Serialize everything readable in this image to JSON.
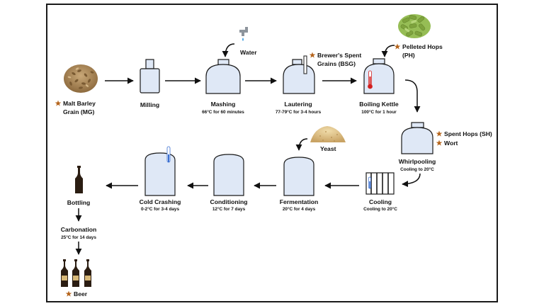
{
  "colors": {
    "frame": "#1a1a1a",
    "vessel_fill": "#dfe8f6",
    "star": "#b5651d",
    "thermometer_red": "#d21f1f",
    "grain": "#a98556",
    "hops": "#8bb446",
    "yeast": "#d8b877",
    "bottle": "#2b1d12"
  },
  "icons": {
    "star": "star-icon",
    "water": "water-tap-icon",
    "thermometer": "thermometer-icon",
    "malt": "malt-grain-pile-icon",
    "hops": "pelleted-hops-icon",
    "yeast": "yeast-pile-icon",
    "bottle": "beer-bottle-icon"
  },
  "steps": {
    "malt": {
      "name1": "Malt Barley",
      "name2": "Grain (MG)"
    },
    "milling": {
      "name": "Milling"
    },
    "mashing": {
      "name": "Mashing",
      "sub": "66°C for 60 minutes"
    },
    "lautering": {
      "name": "Lautering",
      "sub": "77-79°C for 3-4 hours"
    },
    "boiling": {
      "name": "Boiling Kettle",
      "sub": "100°C for 1 hour"
    },
    "whirlpooling": {
      "name": "Whirlpooling",
      "sub": "Cooling to 20°C"
    },
    "cooling": {
      "name": "Cooling",
      "sub": "Cooling to 20°C"
    },
    "fermentation": {
      "name": "Fermentation",
      "sub": "20°C for 4 days"
    },
    "conditioning": {
      "name": "Conditioning",
      "sub": "12°C for 7 days"
    },
    "cold_crashing": {
      "name": "Cold Crashing",
      "sub": "0-2°C for 3-4 days"
    },
    "bottling": {
      "name": "Bottling"
    },
    "carbonation": {
      "name": "Carbonation",
      "sub": "25°C for 14 days"
    },
    "beer": {
      "name": "Beer"
    }
  },
  "inputs": {
    "water": "Water",
    "pelleted_hops1": "Pelleted Hops",
    "pelleted_hops2": "(PH)",
    "yeast": "Yeast"
  },
  "outputs": {
    "bsg1": "Brewer's Spent",
    "bsg2": "Grains (BSG)",
    "spent_hops": "Spent Hops (SH)",
    "wort": "Wort"
  }
}
